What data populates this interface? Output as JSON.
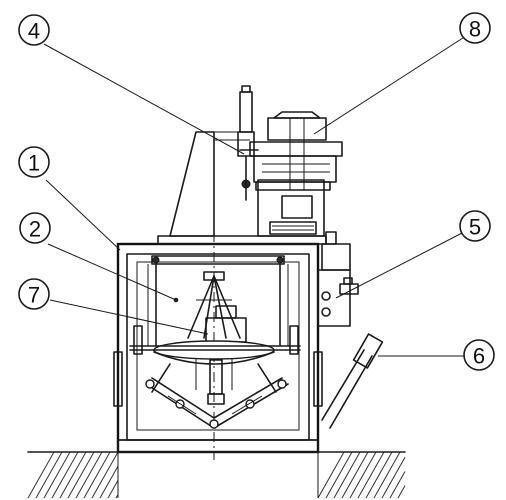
{
  "callouts": [
    {
      "id": "c1",
      "label": "1"
    },
    {
      "id": "c2",
      "label": "2"
    },
    {
      "id": "c4",
      "label": "4"
    },
    {
      "id": "c5",
      "label": "5"
    },
    {
      "id": "c6",
      "label": "6"
    },
    {
      "id": "c7",
      "label": "7"
    },
    {
      "id": "c8",
      "label": "8"
    }
  ],
  "colors": {
    "line": "#1a1a1a",
    "background": "#ffffff"
  }
}
